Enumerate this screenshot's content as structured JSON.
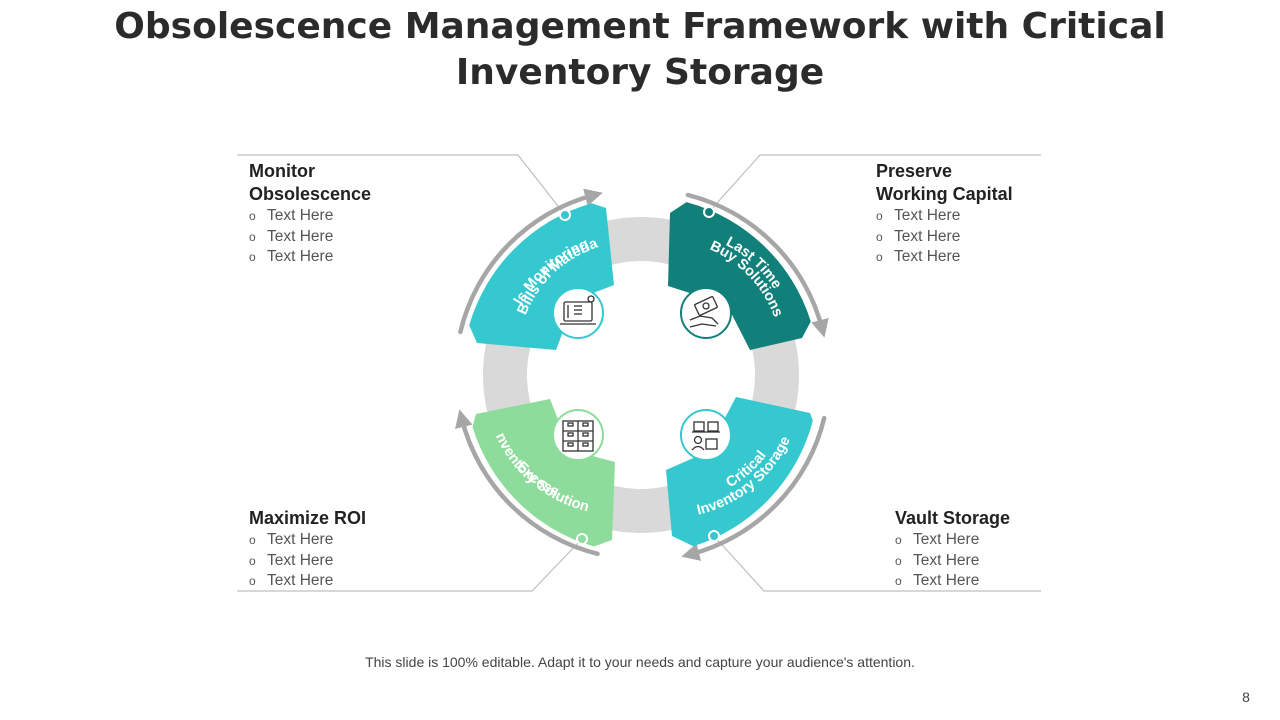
{
  "title": {
    "line1": "Obsolescence Management Framework with Critical",
    "line2": "Inventory Storage"
  },
  "segments": [
    {
      "label_line1": "Bills of Materia",
      "label_line2": "ls Monitoring",
      "color": "#36C8CF",
      "icon": "computer-icon"
    },
    {
      "label_line1": "Last Time",
      "label_line2": "Buy Solutions",
      "color": "#12807A",
      "icon": "money-hand-icon"
    },
    {
      "label_line1": "Critical",
      "label_line2": "Inventory Storage",
      "color": "#36C8CF",
      "icon": "warehouse-worker-icon"
    },
    {
      "label_line1": "Excess",
      "label_line2": "Inventory Solutions",
      "color": "#8EDC9B",
      "icon": "boxes-grid-icon"
    }
  ],
  "sections": [
    {
      "heading_line1": "Monitor",
      "heading_line2": "Obsolescence",
      "bullet": "o",
      "items": [
        "Text Here",
        "Text Here",
        "Text Here"
      ]
    },
    {
      "heading_line1": "Preserve",
      "heading_line2": "Working Capital",
      "bullet": "o",
      "items": [
        "Text Here",
        "Text Here",
        "Text Here"
      ]
    },
    {
      "heading_line1": "Maximize ROI",
      "bullet": "o",
      "items": [
        "Text Here",
        "Text Here",
        "Text Here"
      ]
    },
    {
      "heading_line1": "Vault Storage",
      "bullet": "o",
      "items": [
        "Text Here",
        "Text Here",
        "Text Here"
      ]
    }
  ],
  "footer": "This slide is 100% editable. Adapt it to your needs and capture your audience's attention.",
  "page_number": "8",
  "colors": {
    "ring": "#D9D9D9",
    "arrows": "#A6A6A6",
    "connector_lines": "#BFBFBF"
  }
}
